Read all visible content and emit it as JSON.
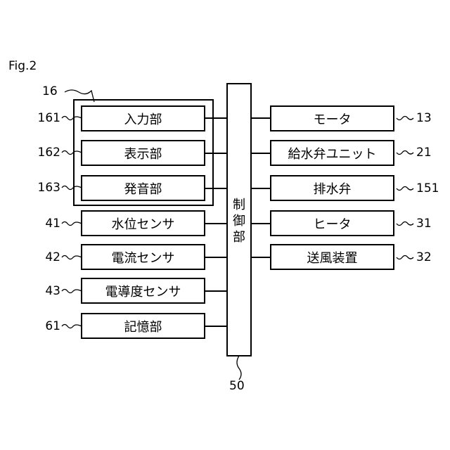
{
  "figure_label": "Fig.2",
  "controller": {
    "label_lines": [
      "制",
      "御",
      "部"
    ],
    "ref": "50"
  },
  "group": {
    "ref": "16"
  },
  "left_blocks": [
    {
      "label": "入力部",
      "ref": "161"
    },
    {
      "label": "表示部",
      "ref": "162"
    },
    {
      "label": "発音部",
      "ref": "163"
    },
    {
      "label": "水位センサ",
      "ref": "41"
    },
    {
      "label": "電流センサ",
      "ref": "42"
    },
    {
      "label": "電導度センサ",
      "ref": "43"
    },
    {
      "label": "記憶部",
      "ref": "61"
    }
  ],
  "right_blocks": [
    {
      "label": "モータ",
      "ref": "13"
    },
    {
      "label": "給水弁ユニット",
      "ref": "21"
    },
    {
      "label": "排水弁",
      "ref": "151"
    },
    {
      "label": "ヒータ",
      "ref": "31"
    },
    {
      "label": "送風装置",
      "ref": "32"
    }
  ]
}
